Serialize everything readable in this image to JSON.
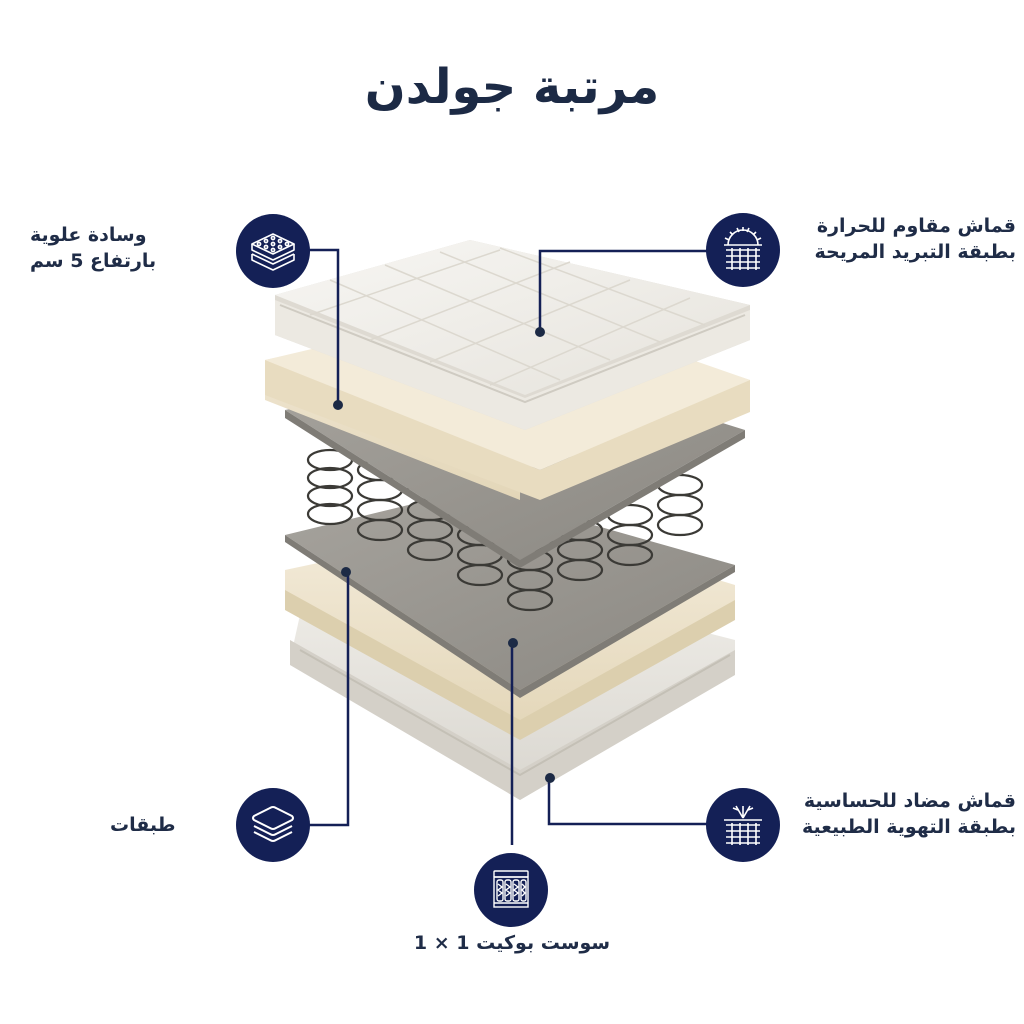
{
  "title": "مرتبة جولدن",
  "background_color": "#ffffff",
  "accent_color": "#142056",
  "text_color": "#1c2a45",
  "features": {
    "top_left": {
      "icon": "pocket-mattress-icon",
      "line1": "وسادة علوية",
      "line2": "بارتفاع 5 سم"
    },
    "top_right": {
      "icon": "sun-fabric-icon",
      "line1": "قماش مقاوم للحرارة",
      "line2": "بطبقة التبريد المريحة"
    },
    "bottom_left": {
      "icon": "layers-icon",
      "line1": "طبقات"
    },
    "bottom_right": {
      "icon": "snowflake-fabric-icon",
      "line1": "قماش مضاد للحساسية",
      "line2": "بطبقة التهوية الطبيعية"
    },
    "bottom_center": {
      "icon": "pocket-spring-icon",
      "line1": "سوست بوكيت 1 × 1"
    }
  },
  "layers": [
    {
      "name": "quilted-top-pillow",
      "color": "#f1efea"
    },
    {
      "name": "comfort-foam-top",
      "color": "#efe6d2"
    },
    {
      "name": "felt-pad-top",
      "color": "#9a9791"
    },
    {
      "name": "spring-unit",
      "color": "#3c3b38"
    },
    {
      "name": "felt-pad-bottom",
      "color": "#9a9791"
    },
    {
      "name": "comfort-foam-bottom",
      "color": "#efe6d2"
    },
    {
      "name": "quilted-base",
      "color": "#e9e7e1"
    }
  ]
}
